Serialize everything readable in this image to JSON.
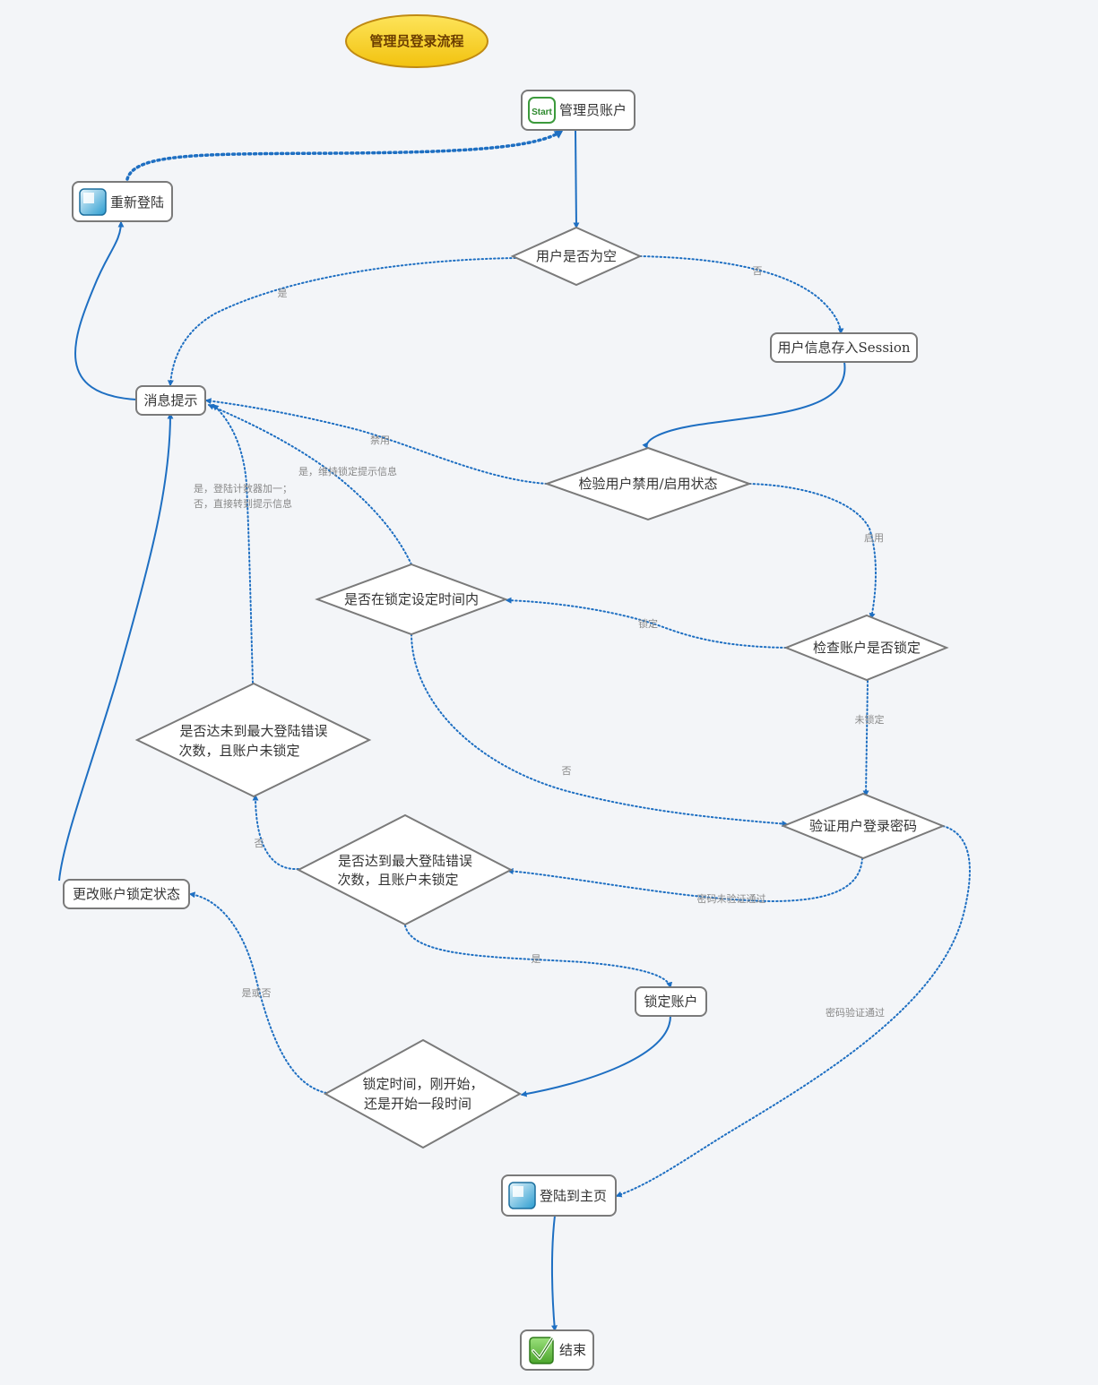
{
  "title": "管理员登录流程",
  "nodes": {
    "start": "管理员账户",
    "start_icon_text": "Start",
    "relogin": "重新登陆",
    "user_empty": "用户是否为空",
    "session": "用户信息存入Session",
    "message": "消息提示",
    "check_status": "检验用户禁用/启用状态",
    "in_lock_time": "是否在锁定设定时间内",
    "check_locked": "检查账户是否锁定",
    "not_reached_max": [
      "是否达未到最大登陆错误",
      "次数，且账户未锁定"
    ],
    "verify_pwd": "验证用户登录密码",
    "reached_max": [
      "是否达到最大登陆错误",
      "次数，且账户未锁定"
    ],
    "change_lock": "更改账户锁定状态",
    "lock_account": "锁定账户",
    "lock_time": [
      "锁定时间，刚开始，",
      "还是开始一段时间"
    ],
    "home": "登陆到主页",
    "end": "结束"
  },
  "edge_labels": {
    "yes_empty": "是",
    "no_empty": "否",
    "disabled": "禁用",
    "enabled": "启用",
    "yes_keep_lock": "是，维持锁定提示信息",
    "counter": [
      "是，登陆计数器加一；",
      "否，直接转到提示信息"
    ],
    "locked": "锁定",
    "not_locked": "未锁定",
    "no_in_time": "否",
    "no_reach": "否",
    "pwd_fail": "密码未验证通过",
    "yes_reach": "是",
    "pwd_pass": "密码验证通过",
    "yes_or_no": "是或否"
  },
  "colors": {
    "edge": "#1e6fc2",
    "node_border": "#7a7a7a",
    "title_fill": "#f7d21c",
    "title_border": "#c08a12",
    "background": "#f3f5f8"
  }
}
